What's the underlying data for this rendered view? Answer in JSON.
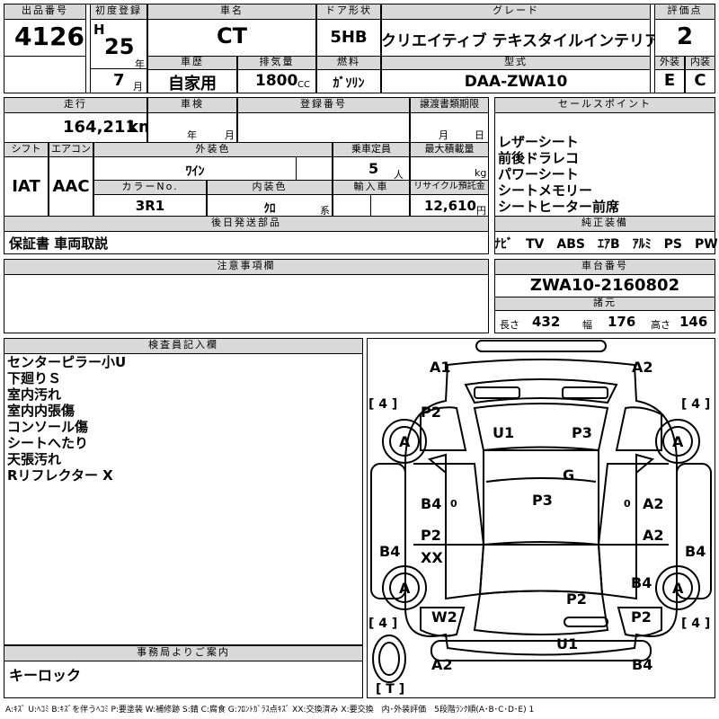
{
  "labels": {
    "lot_no": "出品番号",
    "first_reg": "初度登録",
    "car_name": "車名",
    "door": "ドア形状",
    "grade": "グレード",
    "score": "評価点",
    "history": "車歴",
    "displacement": "排気量",
    "fuel": "燃料",
    "model": "型式",
    "exterior": "外装",
    "interior": "内装",
    "mileage": "走行",
    "inspection": "車検",
    "reg_no": "登録番号",
    "transfer_deadline": "譲渡書類期限",
    "sales_point": "セールスポイント",
    "shift": "シフト",
    "aircon": "エアコン",
    "ext_color": "外装色",
    "capacity": "乗車定員",
    "max_load": "最大積載量",
    "color_no": "カラーNo.",
    "int_color": "内装色",
    "import": "輸入車",
    "recycle": "リサイクル預託金",
    "later_parts": "後日発送部品",
    "genuine": "純正装備",
    "notes": "注意事項欄",
    "chassis_no": "車台番号",
    "specs": "諸元",
    "inspector": "検査員記入欄",
    "office": "事務局よりご案内"
  },
  "units": {
    "year": "年",
    "month": "月",
    "cc": "CC",
    "km": "km",
    "persons": "人",
    "kg": "kg",
    "yen": "円",
    "series": "系",
    "length": "長さ",
    "width": "幅",
    "height": "高さ"
  },
  "vehicle": {
    "lot_no": "4126",
    "era": "H",
    "year": "25",
    "month": "7",
    "name": "CT",
    "door": "5HB",
    "grade": "クリエイティブ テキスタイルインテリア",
    "score": "2",
    "history": "自家用",
    "displacement": "1800",
    "fuel": "ｶﾞｿﾘﾝ",
    "model": "DAA-ZWA10",
    "ext_grade": "E",
    "int_grade": "C",
    "mileage": "164,211",
    "shift": "IAT",
    "aircon": "AAC",
    "color": "ﾜｲﾝ",
    "capacity": "5",
    "color_no": "3R1",
    "int_color": "ｸﾛ",
    "recycle": "12,610",
    "later_parts": "保証書 車両取説",
    "chassis_no": "ZWA10-2160802",
    "length": "432",
    "width": "176",
    "height": "146"
  },
  "sales_points": [
    "レザーシート",
    "前後ドラレコ",
    "パワーシート",
    "シートメモリー",
    "シートヒーター前席"
  ],
  "genuine_equipment": "ﾅﾋﾞ　TV　ABS　ｴｱB　ｱﾙﾐ　PS　PW",
  "inspector_notes": [
    "センターピラー小U",
    "下廻りＳ",
    "室内汚れ",
    "室内内張傷",
    "コンソール傷",
    "シートへたり",
    "天張汚れ",
    "Rリフレクター X"
  ],
  "office_note": "キーロック",
  "diagram_marks": {
    "a1": "A1",
    "a2_top": "A2",
    "p2_fl": "P2",
    "u1": "U1",
    "p3_roof": "P3",
    "g": "G",
    "b4_left": "B4",
    "a2_right": "A2",
    "p3_center": "P3",
    "p2_left": "P2",
    "a2_right2": "A2",
    "xx": "XX",
    "b4_side_l": "B4",
    "b4_side_r": "B4",
    "b4_rr": "B4",
    "p2_rear": "P2",
    "w2": "W2",
    "p2_rr": "P2",
    "u1_rear": "U1",
    "a2_bottom": "A2",
    "b4_bottom": "B4",
    "tire_a": "A",
    "tire_4": "[ 4 ]",
    "spare": "[ T ]",
    "zero": "0"
  },
  "legend": "A:ｷｽﾞ U:ﾍｺﾐ B:ｷｽﾞを伴うﾍｺﾐ P:要塗装 W:補修跡 S:錆 C:腐食 G:ﾌﾛﾝﾄｶﾞﾗｽ点ｷｽﾞ XX:交換済み X:要交換　内･外装評価　5段階ﾗﾝｸ順(A･B･C･D･E) 1"
}
